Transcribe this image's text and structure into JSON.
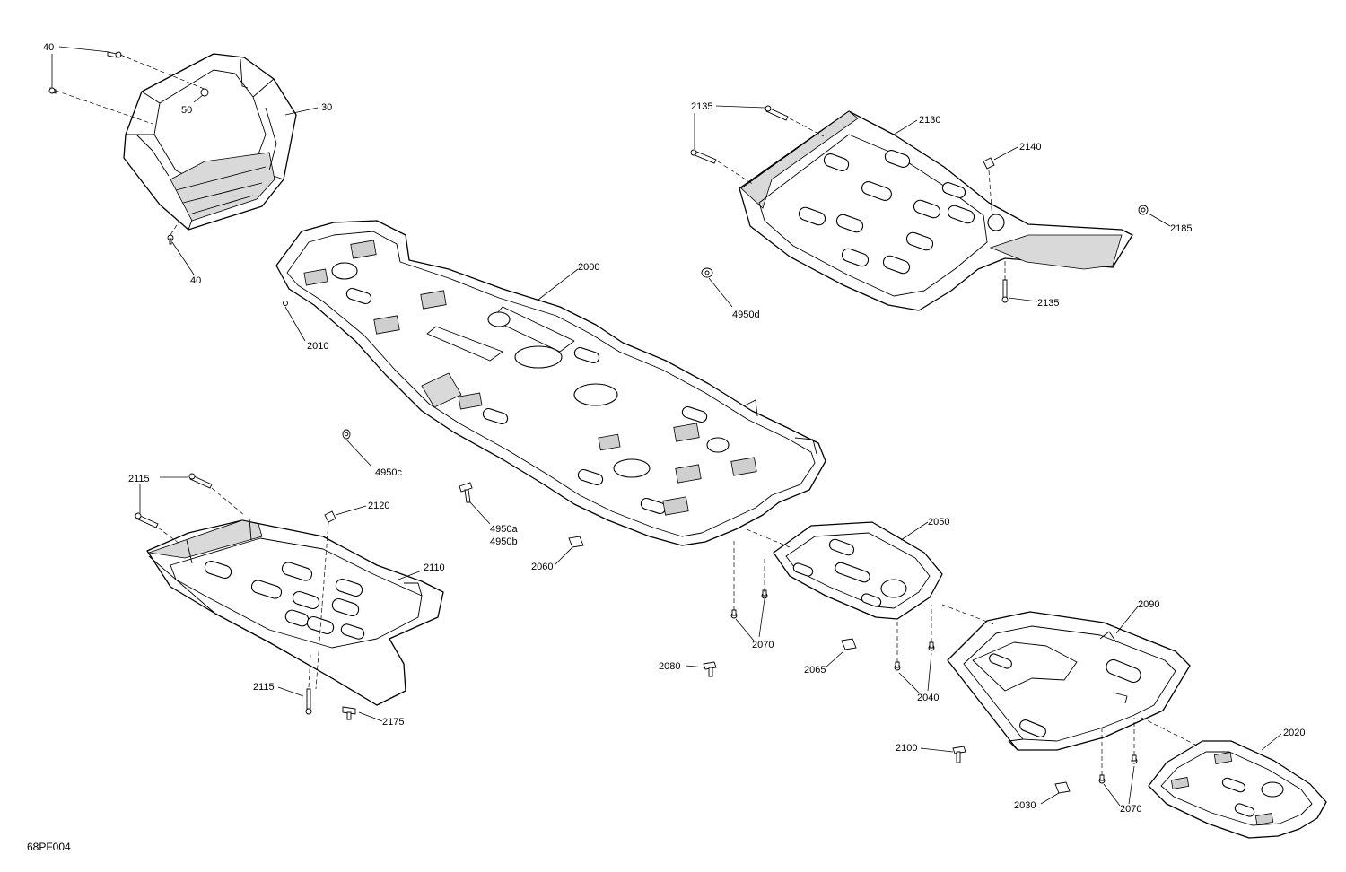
{
  "drawing_code": "68PF004",
  "callouts": {
    "c40a": "40",
    "c40b": "40",
    "c50": "50",
    "c30": "30",
    "c2135a": "2135",
    "c2130": "2130",
    "c2140": "2140",
    "c2185": "2185",
    "c2135b": "2135",
    "c2000": "2000",
    "c4950d": "4950d",
    "c2010": "2010",
    "c4950c": "4950c",
    "c2115a": "2115",
    "c2120": "2120",
    "c4950a": "4950a",
    "c4950b": "4950b",
    "c2060": "2060",
    "c2110": "2110",
    "c2050": "2050",
    "c2070a": "2070",
    "c2080": "2080",
    "c2065": "2065",
    "c2090": "2090",
    "c2040": "2040",
    "c2115b": "2115",
    "c2175": "2175",
    "c2100": "2100",
    "c2020": "2020",
    "c2030": "2030",
    "c2070b": "2070"
  }
}
